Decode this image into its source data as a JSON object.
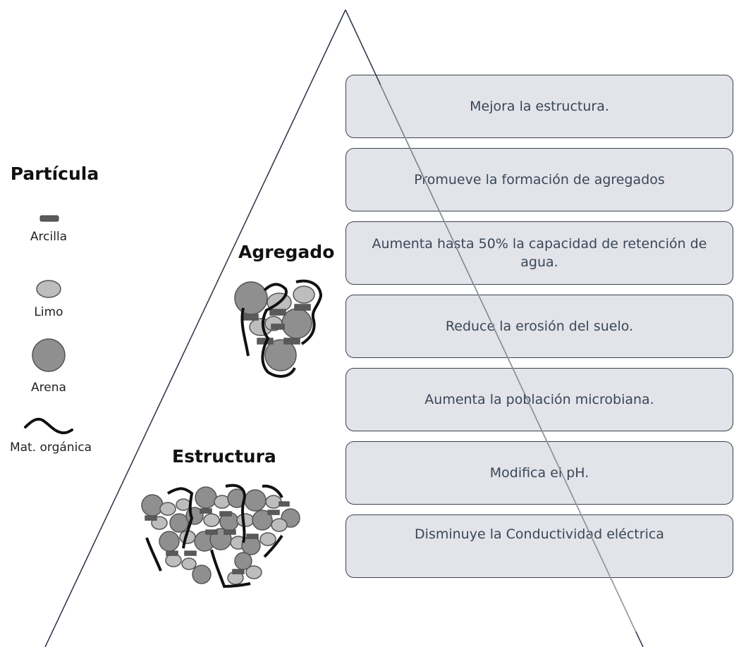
{
  "legend": {
    "title": "Partícula",
    "items": [
      {
        "label": "Arcilla",
        "icon": "clay-icon"
      },
      {
        "label": "Limo",
        "icon": "silt-icon"
      },
      {
        "label": "Arena",
        "icon": "sand-icon"
      },
      {
        "label": "Mat. orgánica",
        "icon": "organic-matter-icon"
      }
    ]
  },
  "pyramid": {
    "aggregate_label": "Agregado",
    "structure_label": "Estructura"
  },
  "benefits": [
    "Mejora la estructura.",
    "Promueve la formación de agregados",
    "Aumenta hasta 50% la capacidad de retención de agua.",
    "Reduce la erosión del suelo.",
    "Aumenta la población microbiana.",
    "Modifica el pH.",
    "Disminuye la Conductividad eléctrica"
  ],
  "colors": {
    "box_fill": "#e2e4e9",
    "box_border": "#3a4150",
    "box_text": "#3a4658",
    "clay": "#5a5a5a",
    "silt": "#bdbdbd",
    "sand": "#8f8f8f"
  }
}
